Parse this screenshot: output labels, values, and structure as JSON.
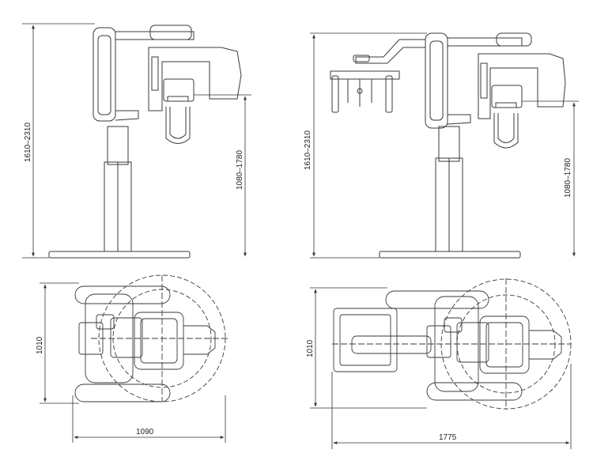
{
  "views": {
    "side_single": {
      "height_total": "1610–2310",
      "height_chin": "1080–1780"
    },
    "side_ceph": {
      "height_total": "1610–2310",
      "height_chin": "1080–1780"
    },
    "top_single": {
      "depth": "1010",
      "width": "1090"
    },
    "top_ceph": {
      "depth": "1010",
      "width": "1775"
    }
  },
  "colors": {
    "line": "#3a3a3a",
    "dim": "#3a3a3a",
    "paper": "#ffffff"
  }
}
